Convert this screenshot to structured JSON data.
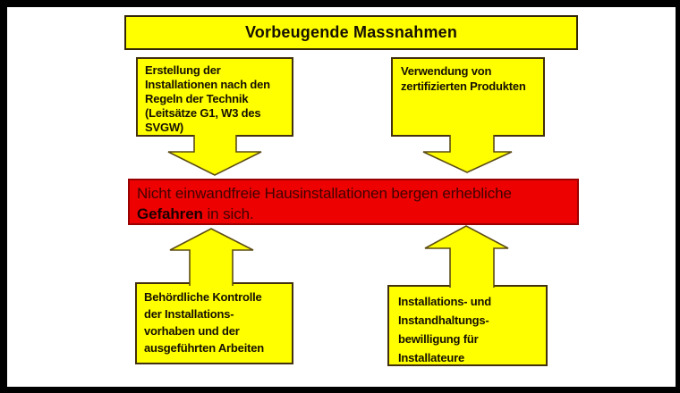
{
  "title": {
    "label": "Vorbeugende Massnahmen"
  },
  "boxes": {
    "top_left": {
      "text": "Erstellung der\nInstallationen nach den\nRegeln der Technik\n(Leitsätze G1, W3 des\nSVGW)"
    },
    "top_right": {
      "text": "Verwendung von\nzertifizierten Produkten"
    },
    "bottom_left": {
      "text": "Behördliche Kontrolle\nder Installations-\nvorhaben und der\nausgeführten Arbeiten"
    },
    "bottom_right": {
      "text": "Installations- und\nInstandhaltungs-\nbewilligung für\nInstallateure"
    }
  },
  "warning": {
    "line1": "Nicht einwandfreie Hausinstallationen bergen erhebliche",
    "bold_word": "Gefahren",
    "line2_rest": " in sich."
  },
  "arrows": [
    {
      "id": "top-left-arrow",
      "direction": "down",
      "from": "top_left",
      "to": "warning"
    },
    {
      "id": "top-right-arrow",
      "direction": "down",
      "from": "top_right",
      "to": "warning"
    },
    {
      "id": "bottom-left-arrow",
      "direction": "up",
      "from": "bottom_left",
      "to": "warning"
    },
    {
      "id": "bottom-right-arrow",
      "direction": "up",
      "from": "bottom_right",
      "to": "warning"
    }
  ],
  "colors": {
    "background": "#ffffff",
    "frame": "#000000",
    "box_fill": "#ffff00",
    "box_border": "#42300e",
    "arrow_outline": "#5d4c14",
    "warning_fill": "#ee0101",
    "warning_border": "#9b0000",
    "warning_text": "#3f0300",
    "text": "#161000"
  }
}
